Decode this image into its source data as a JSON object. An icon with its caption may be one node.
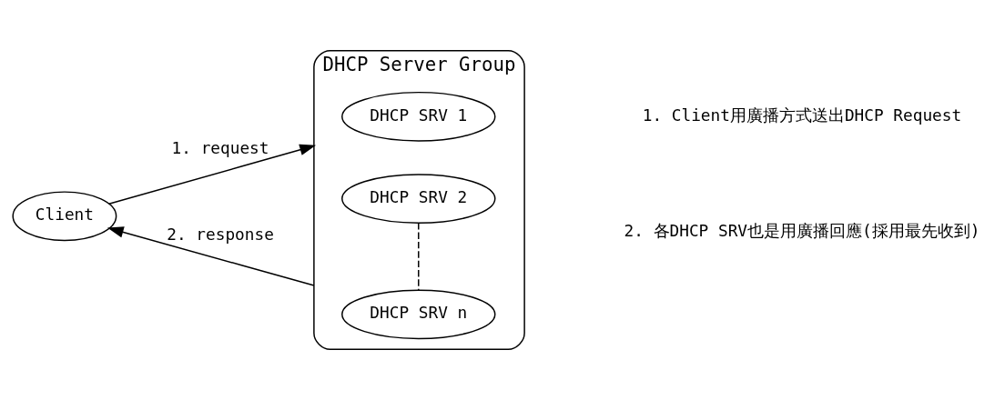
{
  "diagram": {
    "nodes": [
      {
        "text": [
          "DHCP Server Group"
        ]
      },
      {
        "text": [
          "Client"
        ]
      },
      {
        "text": [
          "DHCP SRV 1"
        ],
        "in": 0
      },
      {
        "text": [
          "DHCP SRV 2"
        ],
        "in": 0
      },
      {
        "text": [
          "DHCP SRV n"
        ],
        "in": 0
      }
    ],
    "edges": [
      {
        "from": 1,
        "to": 0,
        "arrow": "to",
        "label": "1. request"
      },
      {
        "from": 0,
        "to": 1,
        "arrow": "to",
        "label": "2. response"
      },
      {
        "from": 3,
        "to": 4,
        "arrow": "none",
        "style": "dashed"
      }
    ],
    "labels": [
      "1. Client用廣播方式送出DHCP Request",
      "2. 各DHCP SRV也是用廣播回應(採用最先收到)"
    ]
  }
}
